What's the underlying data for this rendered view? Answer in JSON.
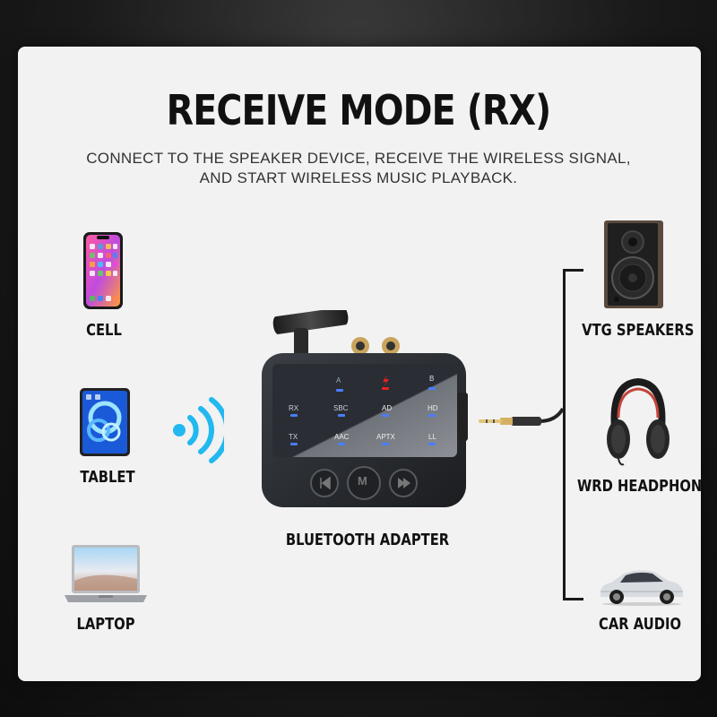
{
  "title": "RECEIVE MODE (RX)",
  "subtitle": {
    "line1": "CONNECT TO THE SPEAKER DEVICE, RECEIVE THE WIRELESS SIGNAL,",
    "line2": "AND START WIRELESS MUSIC PLAYBACK."
  },
  "sources": [
    {
      "label": "CELL",
      "icon": "phone-icon"
    },
    {
      "label": "TABLET",
      "icon": "tablet-icon"
    },
    {
      "label": "LAPTOP",
      "icon": "laptop-icon"
    }
  ],
  "device": {
    "label": "BLUETOOTH ADAPTER",
    "indicators": {
      "a": "A",
      "b": "B",
      "rx": "RX",
      "sbc": "SBC",
      "ad": "AD",
      "hd": "HD",
      "tx": "TX",
      "aac": "AAC",
      "aptx": "APTX",
      "ll": "LL"
    },
    "mode_button": "M"
  },
  "outputs": [
    {
      "label": "VTG SPEAKERS",
      "icon": "speaker-icon"
    },
    {
      "label": "WRD HEADPHONES",
      "icon": "headphones-icon"
    },
    {
      "label": "CAR AUDIO",
      "icon": "car-icon"
    }
  ],
  "colors": {
    "led_blue": "#4a7dff",
    "led_red": "#e52222",
    "wifi_cyan": "#22b8f0"
  }
}
